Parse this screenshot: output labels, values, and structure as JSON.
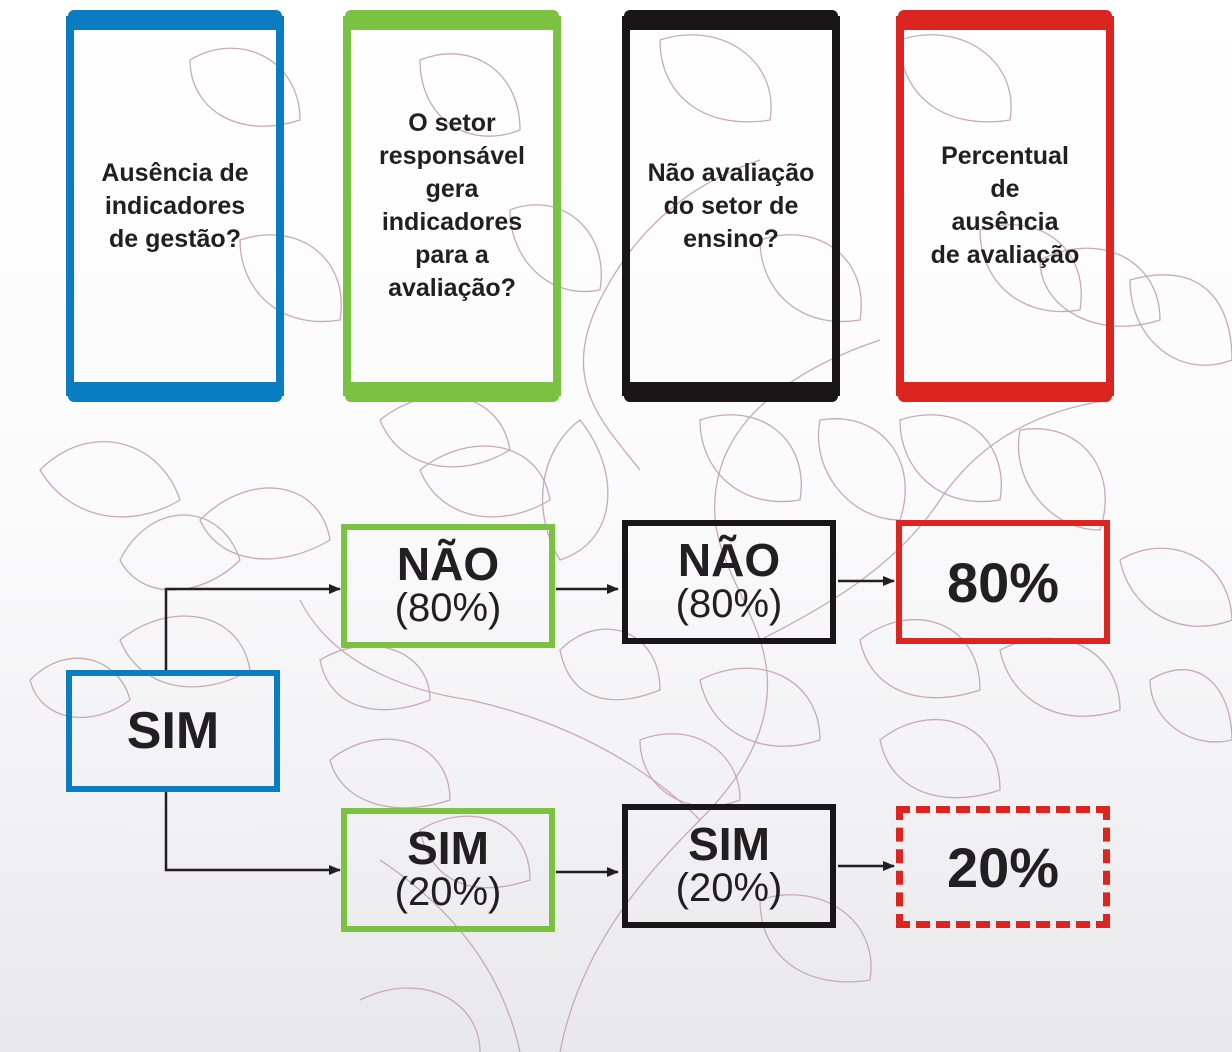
{
  "headers": [
    {
      "text": "Ausência de\nindicadores\nde gestão?",
      "color": "#0a7dc2"
    },
    {
      "text": "O setor\nresponsável\ngera\nindicadores\npara a\navaliação?",
      "color": "#7bc142"
    },
    {
      "text": "Não avaliação\ndo setor de\nensino?",
      "color": "#1a1516"
    },
    {
      "text": "Percentual\nde\nausência\nde avaliação",
      "color": "#dc2420"
    }
  ],
  "root": {
    "label": "SIM"
  },
  "branch_top": {
    "setor": {
      "label": "NÃO",
      "pct": "(80%)"
    },
    "ensino": {
      "label": "NÃO",
      "pct": "(80%)"
    },
    "result": "80%"
  },
  "branch_bottom": {
    "setor": {
      "label": "SIM",
      "pct": "(20%)"
    },
    "ensino": {
      "label": "SIM",
      "pct": "(20%)"
    },
    "result": "20%"
  }
}
